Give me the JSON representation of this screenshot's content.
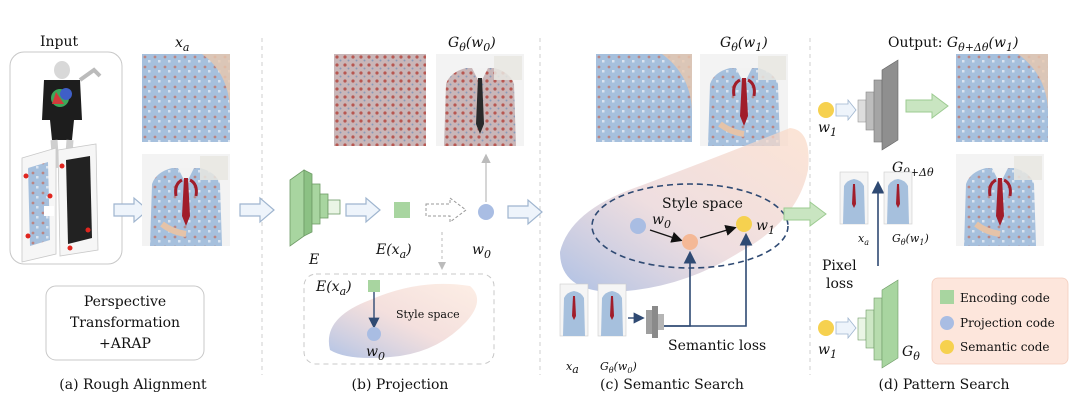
{
  "panels": {
    "a": {
      "caption": "(a) Rough Alignment",
      "input_label": "Input",
      "xa_label": "x",
      "xa_sub": "a",
      "transform_lines": [
        "Perspective",
        "Transformation",
        "+ARAP"
      ]
    },
    "b": {
      "caption": "(b) Projection",
      "g_label": "G",
      "g_sub": "θ",
      "g_arg": "(w",
      "g_arg_sub": "0",
      "g_close": ")",
      "encoder_label": "E",
      "ex_label": "E(x",
      "ex_sub": "a",
      "ex_close": ")",
      "w0_label": "w",
      "w0_sub": "0",
      "inset_ex_label": "E(x",
      "inset_ex_sub": "a",
      "inset_ex_close": ")",
      "inset_style_space": "Style space",
      "inset_w0": "w",
      "inset_w0_sub": "0"
    },
    "c": {
      "caption": "(c) Semantic Search",
      "g_label": "G",
      "g_sub": "θ",
      "g_arg": "(w",
      "g_arg_sub": "1",
      "g_close": ")",
      "style_space": "Style space",
      "w0": "w",
      "w0_sub": "0",
      "w1": "w",
      "w1_sub": "1",
      "xa": "x",
      "xa_sub": "a",
      "gw0": "G",
      "gw0_sub": "θ",
      "gw0_arg": "(w",
      "gw0_arg_sub": "0",
      "gw0_close": ")",
      "semantic_loss": "Semantic loss"
    },
    "d": {
      "caption": "(d) Pattern Search",
      "output_prefix": "Output: ",
      "out_g": "G",
      "out_g_sub": "θ+Δθ",
      "out_arg": "(w",
      "out_arg_sub": "1",
      "out_close": ")",
      "w1_top": "w",
      "w1_top_sub": "1",
      "g_delta": "G",
      "g_delta_sub": "θ+Δθ",
      "xa": "x",
      "xa_sub": "a",
      "gw1": "G",
      "gw1_sub": "θ",
      "gw1_arg": "(w",
      "gw1_arg_sub": "1",
      "gw1_close": ")",
      "pixel_loss_1": "Pixel",
      "pixel_loss_2": "loss",
      "w1_bot": "w",
      "w1_bot_sub": "1",
      "g_bot": "G",
      "g_bot_sub": "θ"
    }
  },
  "legend": {
    "items": [
      {
        "label": "Encoding code",
        "color": "#a8d5a0",
        "shape": "square"
      },
      {
        "label": "Projection code",
        "color": "#a9bde3",
        "shape": "circle"
      },
      {
        "label": "Semantic code",
        "color": "#f6d14f",
        "shape": "circle"
      }
    ],
    "background": "#fde6dc"
  },
  "colors": {
    "arrow_fill": "#eef4fb",
    "arrow_stroke": "#9fb5cf",
    "green_arrow": "#c9e5c1",
    "navy": "#2f4a73",
    "projection_circle": "#a9bde3",
    "semantic_circle": "#f6d14f",
    "intermediate_circle": "#f4b896",
    "encoding_square": "#a8d5a0",
    "shirt": "#a8c1de",
    "tie": "#a11d2a"
  }
}
